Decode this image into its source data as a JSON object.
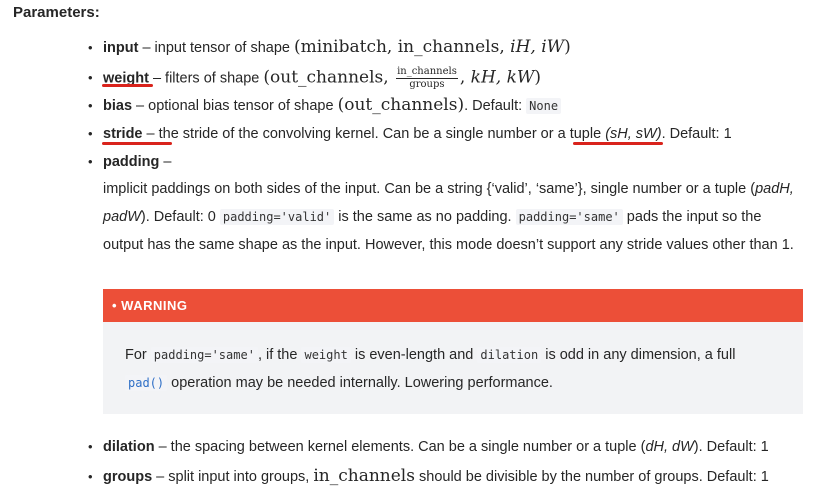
{
  "heading": "Parameters:",
  "bullet": "•",
  "params": {
    "input": {
      "name": "input",
      "pre": " – input tensor of shape ",
      "shape": "(minibatch, in_channels, ",
      "shape_it": "iH, iW",
      "shape_end": ")"
    },
    "weight": {
      "name": "weight",
      "pre": " – filters of shape ",
      "shape_a": "(out_channels, ",
      "frac_num": "in_channels",
      "frac_den": "groups",
      "shape_b": ", ",
      "shape_it": "kH, kW",
      "shape_end": ")"
    },
    "bias": {
      "name": "bias",
      "pre": " – optional bias tensor of shape ",
      "shape": "(out_channels)",
      "post": ". Default: ",
      "default": "None"
    },
    "stride": {
      "name": "stride",
      "pre": " – the stride of the convolving kernel. Can be a single number or a ",
      "tuple": "tuple ",
      "tuple_it": "(sH, sW)",
      "post": ". Default: 1"
    },
    "padding": {
      "name": "padding",
      "pre": " –",
      "line1": "implicit paddings on both sides of the input. Can be a string {‘valid’, ‘same’}, single number or a tuple (",
      "line1_it": "padH,",
      "line2_it": "padW",
      "line2_a": "). Default: 0 ",
      "code1": "padding='valid'",
      "line2_b": " is the same as no padding. ",
      "code2": "padding='same'",
      "line2_c": " pads the input so the",
      "line3": "output has the same shape as the input. However, this mode doesn’t support any stride values other than 1."
    },
    "dilation": {
      "name": "dilation",
      "pre": " – the spacing between kernel elements. Can be a single number or a tuple (",
      "it": "dH, dW",
      "post": "). Default: 1"
    },
    "groups": {
      "name": "groups",
      "pre": " – split input into groups, ",
      "math": "in_channels",
      "post": " should be divisible by the number of groups. Default: 1"
    }
  },
  "warning": {
    "title": "• WARNING",
    "l1_a": "For ",
    "code1": "padding='same'",
    "l1_b": ", if the ",
    "code2": "weight",
    "l1_c": " is even-length and ",
    "code3": "dilation",
    "l1_d": " is odd in any dimension, a full",
    "code4": "pad()",
    "l2": " operation may be needed internally. Lowering performance."
  },
  "colors": {
    "underline": "#d9231c",
    "warning_header": "#ec4f38",
    "link": "#2f6fc6"
  }
}
